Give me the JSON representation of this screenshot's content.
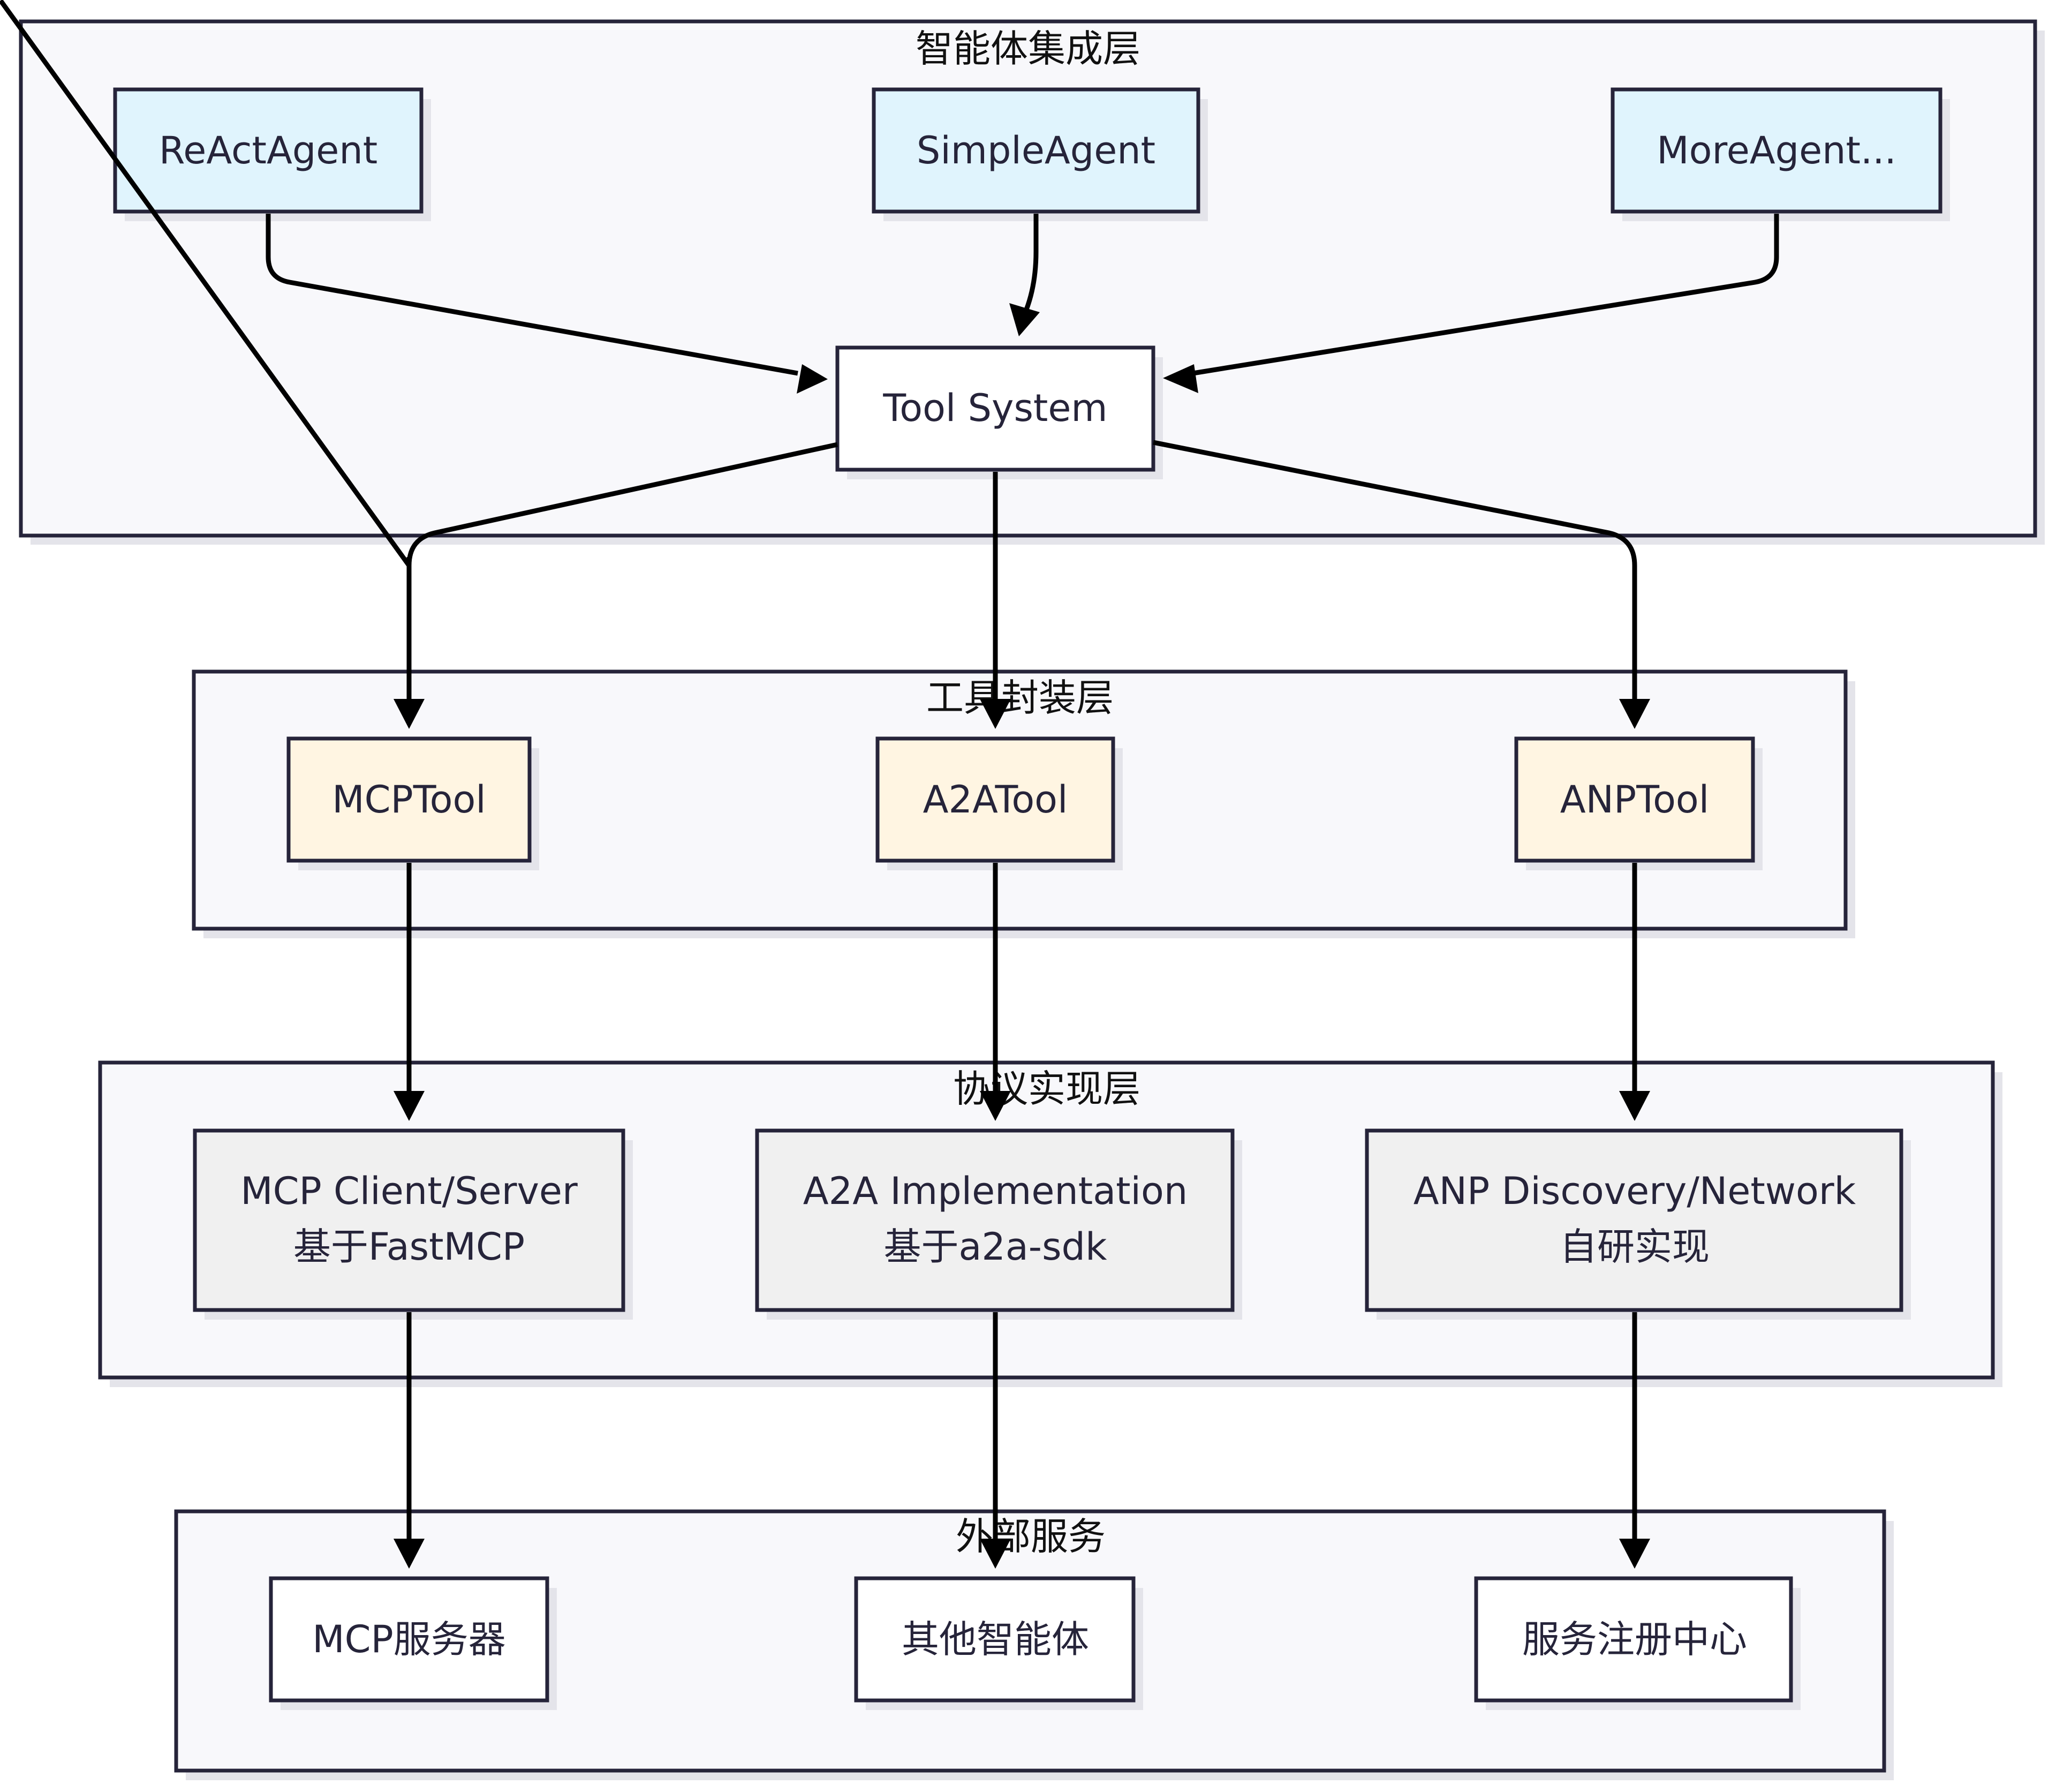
{
  "layers": {
    "integration": {
      "title": "智能体集成层"
    },
    "wrapper": {
      "title": "工具封装层"
    },
    "protocol": {
      "title": "协议实现层"
    },
    "external": {
      "title": "外部服务"
    }
  },
  "nodes": {
    "react_agent": {
      "label": "ReActAgent"
    },
    "simple_agent": {
      "label": "SimpleAgent"
    },
    "more_agent": {
      "label": "MoreAgent..."
    },
    "tool_system": {
      "label": "Tool System"
    },
    "mcp_tool": {
      "label": "MCPTool"
    },
    "a2a_tool": {
      "label": "A2ATool"
    },
    "anp_tool": {
      "label": "ANPTool"
    },
    "mcp_impl": {
      "line1": "MCP Client/Server",
      "line2": "基于FastMCP"
    },
    "a2a_impl": {
      "line1": "A2A Implementation",
      "line2": "基于a2a-sdk"
    },
    "anp_impl": {
      "line1": "ANP Discovery/Network",
      "line2": "自研实现"
    },
    "mcp_server": {
      "label": "MCP服务器"
    },
    "other_agents": {
      "label": "其他智能体"
    },
    "service_registry": {
      "label": "服务注册中心"
    }
  },
  "colors": {
    "agent_fill": "#e0f4fd",
    "tool_fill": "#fff5e2",
    "protocol_fill": "#f0f0f0",
    "layer_fill": "#f8f8fb",
    "stroke": "#26243a",
    "edge": "#000000"
  },
  "edges": [
    {
      "from": "ReActAgent",
      "to": "Tool System"
    },
    {
      "from": "SimpleAgent",
      "to": "Tool System"
    },
    {
      "from": "MoreAgent...",
      "to": "Tool System"
    },
    {
      "from": "Tool System",
      "to": "MCPTool"
    },
    {
      "from": "Tool System",
      "to": "A2ATool"
    },
    {
      "from": "Tool System",
      "to": "ANPTool"
    },
    {
      "from": "MCPTool",
      "to": "MCP Client/Server"
    },
    {
      "from": "A2ATool",
      "to": "A2A Implementation"
    },
    {
      "from": "ANPTool",
      "to": "ANP Discovery/Network"
    },
    {
      "from": "MCP Client/Server",
      "to": "MCP服务器"
    },
    {
      "from": "A2A Implementation",
      "to": "其他智能体"
    },
    {
      "from": "ANP Discovery/Network",
      "to": "服务注册中心"
    }
  ]
}
